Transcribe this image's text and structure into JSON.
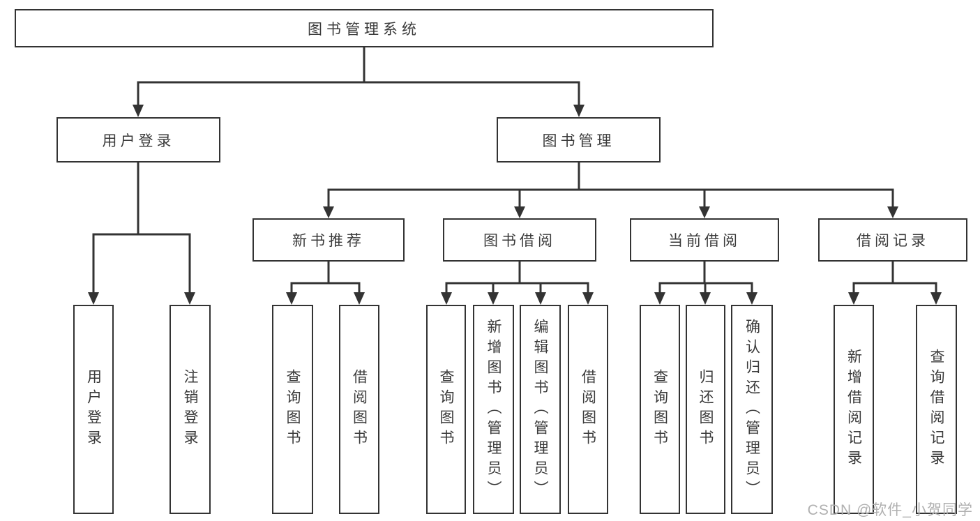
{
  "title": "图书管理系统",
  "watermark": "CSDN @软件_小贺同学",
  "colors": {
    "line": "#333333",
    "box_border": "#333333",
    "text": "#3a3a3a",
    "background": "#ffffff",
    "watermark": "#b0b0b0"
  },
  "nodes": {
    "root": "图书管理系统",
    "user_login": "用户登录",
    "book_mgmt": "图书管理",
    "login": "用户登录",
    "logout": "注销登录",
    "new_books": "新书推荐",
    "book_borrow": "图书借阅",
    "current_borrow": "当前借阅",
    "borrow_records": "借阅记录",
    "nb_query": "查询图书",
    "nb_borrow": "借阅图书",
    "bb_query": "查询图书",
    "bb_add": "新增图书（管理员）",
    "bb_edit": "编辑图书（管理员）",
    "bb_borrow": "借阅图书",
    "cb_query": "查询图书",
    "cb_return": "归还图书",
    "cb_confirm": "确认归还（管理员）",
    "br_add": "新增借阅记录",
    "br_query": "查询借阅记录"
  },
  "hierarchy": {
    "图书管理系统": {
      "用户登录": [
        "用户登录",
        "注销登录"
      ],
      "图书管理": {
        "新书推荐": [
          "查询图书",
          "借阅图书"
        ],
        "图书借阅": [
          "查询图书",
          "新增图书（管理员）",
          "编辑图书（管理员）",
          "借阅图书"
        ],
        "当前借阅": [
          "查询图书",
          "归还图书",
          "确认归还（管理员）"
        ],
        "借阅记录": [
          "新增借阅记录",
          "查询借阅记录"
        ]
      }
    }
  }
}
